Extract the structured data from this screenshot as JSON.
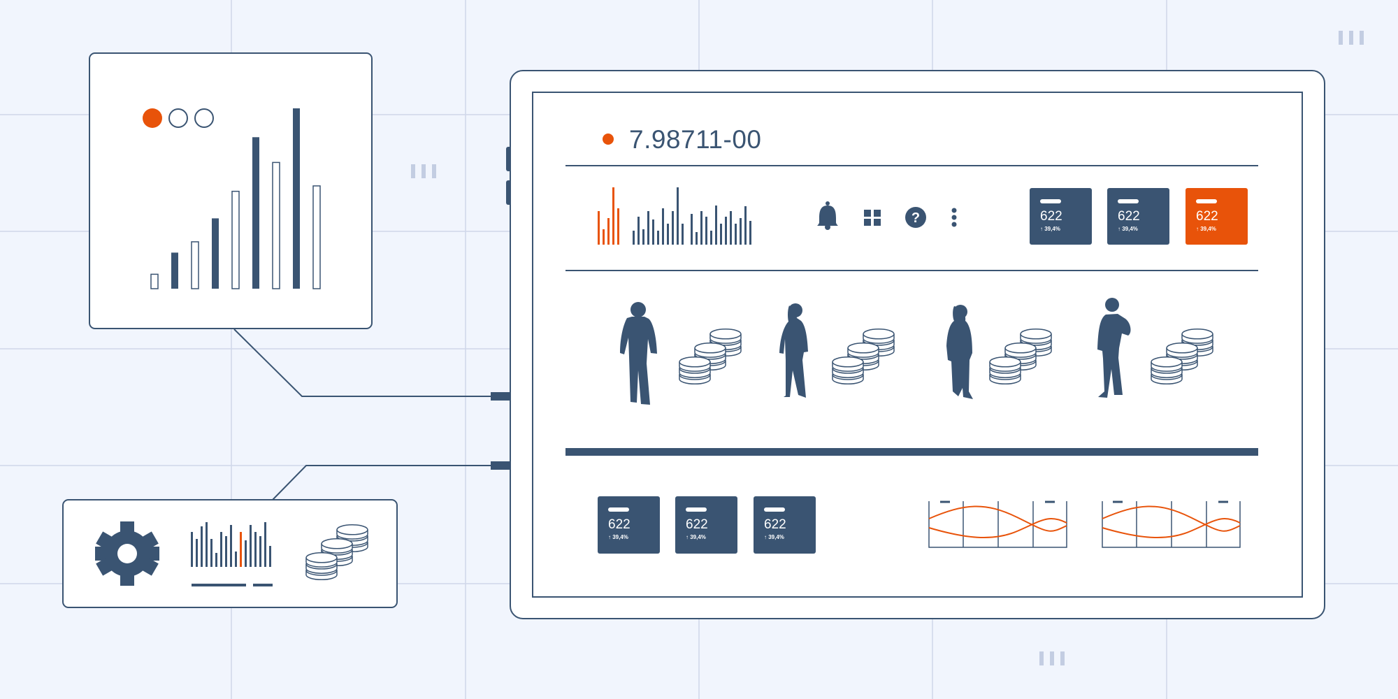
{
  "colors": {
    "background": "#f1f5fd",
    "grid": "#cfd7ea",
    "navy": "#3a5472",
    "accent": "#e8530a",
    "panel": "#ffffff"
  },
  "header": {
    "status_dot": "recording-dot",
    "number": "7.98711-00"
  },
  "toolbar_icons": [
    "bell-icon",
    "grid-icon",
    "help-icon",
    "more-vertical-icon"
  ],
  "top_cards": [
    {
      "value": "622",
      "delta": "↑ 39,4%",
      "style": "navy"
    },
    {
      "value": "622",
      "delta": "↑ 39,4%",
      "style": "navy"
    },
    {
      "value": "622",
      "delta": "↑ 39,4%",
      "style": "accent"
    }
  ],
  "bottom_cards": [
    {
      "value": "622",
      "delta": "↑ 39,4%"
    },
    {
      "value": "622",
      "delta": "↑ 39,4%"
    },
    {
      "value": "622",
      "delta": "↑ 39,4%"
    }
  ],
  "chart_panel": {
    "dots": [
      "active",
      "inactive",
      "inactive"
    ],
    "bars": [
      {
        "value": 0.08,
        "filled": false
      },
      {
        "value": 0.2,
        "filled": true
      },
      {
        "value": 0.26,
        "filled": false
      },
      {
        "value": 0.39,
        "filled": true
      },
      {
        "value": 0.54,
        "filled": false
      },
      {
        "value": 0.84,
        "filled": true
      },
      {
        "value": 0.7,
        "filled": false
      },
      {
        "value": 1.0,
        "filled": true
      },
      {
        "value": 0.57,
        "filled": false
      }
    ]
  },
  "people": [
    "person-silhouette",
    "person-silhouette",
    "person-silhouette",
    "person-silhouette"
  ]
}
